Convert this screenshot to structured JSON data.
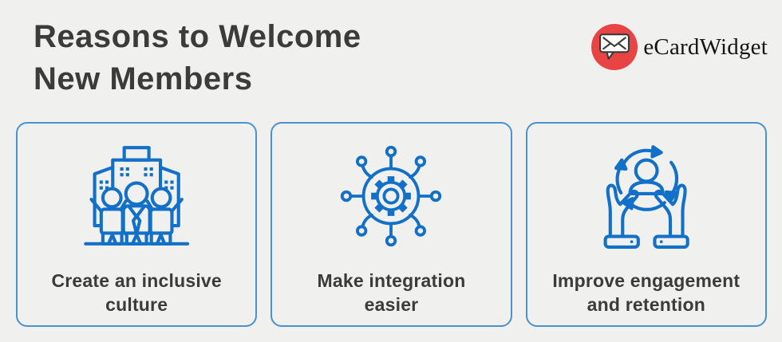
{
  "header": {
    "title_line1": "Reasons to Welcome",
    "title_line2": "New Members"
  },
  "logo": {
    "text": "eCardWidget",
    "icon": "envelope-speech-bubble-icon"
  },
  "colors": {
    "page_bg": "#f0f0ee",
    "icon_blue": "#1270c8",
    "card_border": "#4a90d4",
    "text_dark": "#3b3b3b",
    "logo_red": "#e84444"
  },
  "cards": [
    {
      "icon": "inclusive-culture-icon",
      "label_line1": "Create an inclusive",
      "label_line2": "culture"
    },
    {
      "icon": "integration-icon",
      "label_line1": "Make integration",
      "label_line2": "easier"
    },
    {
      "icon": "engagement-retention-icon",
      "label_line1": "Improve engagement",
      "label_line2": "and retention"
    }
  ]
}
